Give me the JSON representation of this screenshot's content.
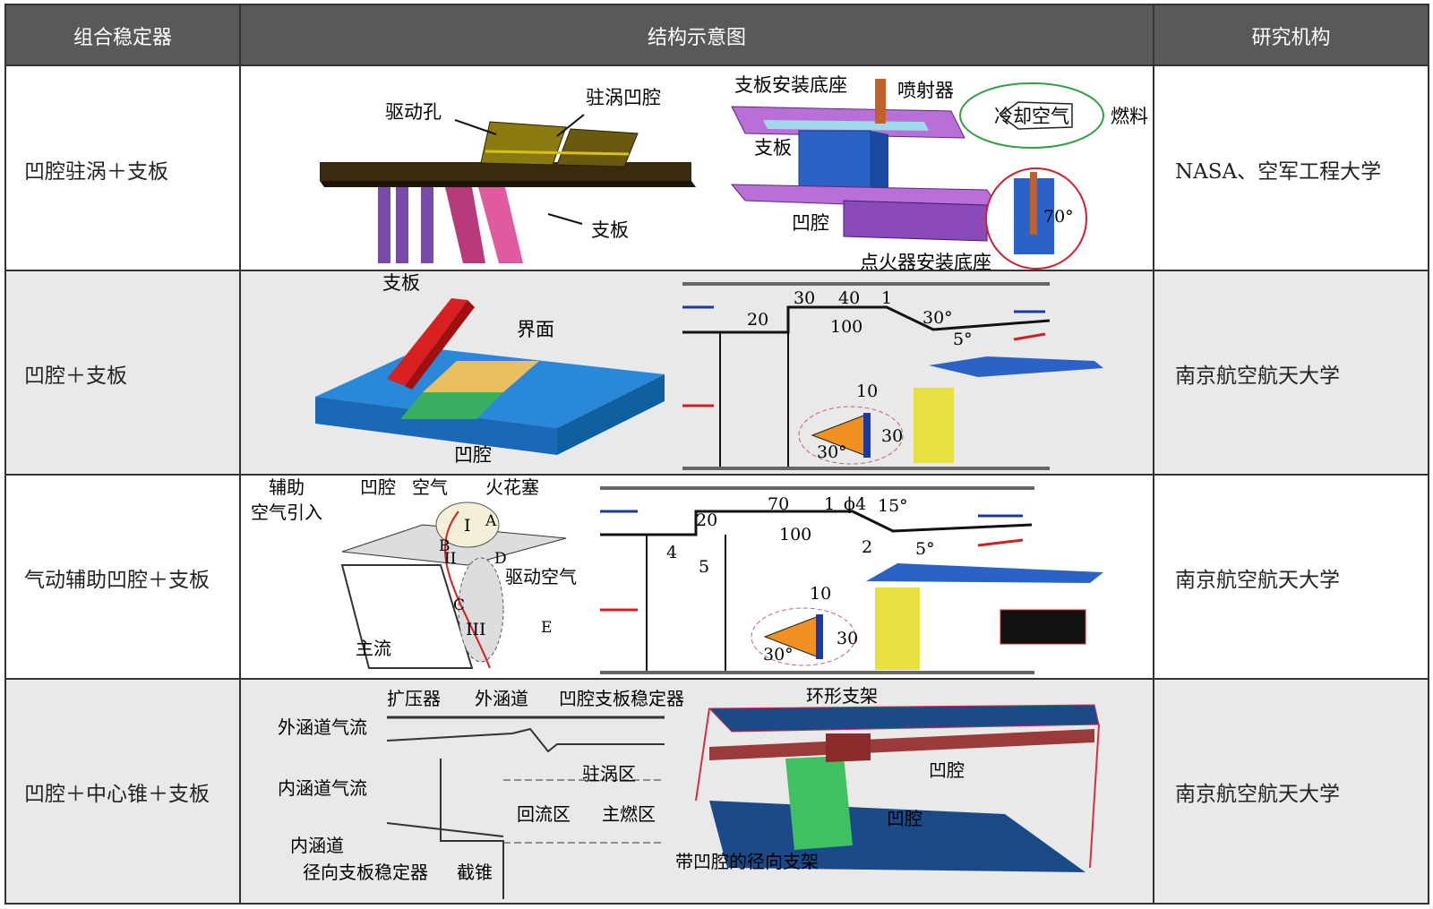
{
  "header": {
    "col1": "组合稳定器",
    "col2": "结构示意图",
    "col3": "研究机构"
  },
  "rows": [
    {
      "name": "凹腔驻涡＋支板",
      "institution": "NASA、空军工程大学",
      "labels": {
        "drive_hole": "驱动孔",
        "vortex_cavity": "驻涡凹腔",
        "strut": "支板",
        "mount_base": "支板安装底座",
        "injector": "喷射器",
        "strut2": "支板",
        "cooling_air": "冷却空气",
        "fuel": "燃料",
        "cavity": "凹腔",
        "angle": "70°",
        "igniter_base": "点火器安装底座"
      }
    },
    {
      "name": "凹腔＋支板",
      "institution": "南京航空航天大学",
      "labels": {
        "strut": "支板",
        "interface": "界面",
        "cavity": "凹腔",
        "d30": "30",
        "d40": "40",
        "d1": "1",
        "d20": "20",
        "d100": "100",
        "a30": "30°",
        "a5": "5°",
        "w10": "10",
        "h30": "30",
        "tip30": "30°"
      }
    },
    {
      "name": "气动辅助凹腔＋支板",
      "institution": "南京航空航天大学",
      "labels": {
        "aux": "辅助",
        "aux_air_in": "空气引入",
        "cavity": "凹腔",
        "air": "空气",
        "spark": "火花塞",
        "zone1": "I",
        "zone2": "II",
        "zone3": "III",
        "pA": "A",
        "pB": "B",
        "pC": "C",
        "pD": "D",
        "pE": "E",
        "drive_air": "驱动空气",
        "main_flow": "主流",
        "d70": "70",
        "d1": "1",
        "phi": "ϕ4",
        "a15": "15°",
        "d20": "20",
        "d100": "100",
        "d4": "4",
        "d5": "5",
        "d2": "2",
        "a5": "5°",
        "w10": "10",
        "h30": "30",
        "tip30": "30°"
      }
    },
    {
      "name": "凹腔＋中心锥＋支板",
      "institution": "南京航空航天大学",
      "labels": {
        "diffuser": "扩压器",
        "outer_duct": "外涵道",
        "cavity_strut": "凹腔支板稳定器",
        "outer_flow": "外涵道气流",
        "inner_flow": "内涵道气流",
        "vortex_zone": "驻涡区",
        "recirc": "回流区",
        "main_comb": "主燃区",
        "inner_duct": "内涵道",
        "radial_strut": "径向支板稳定器",
        "cone": "截锥",
        "ring_frame": "环形支架",
        "cavity1": "凹腔",
        "cavity2": "凹腔",
        "radial_frame": "带凹腔的径向支架"
      }
    }
  ]
}
